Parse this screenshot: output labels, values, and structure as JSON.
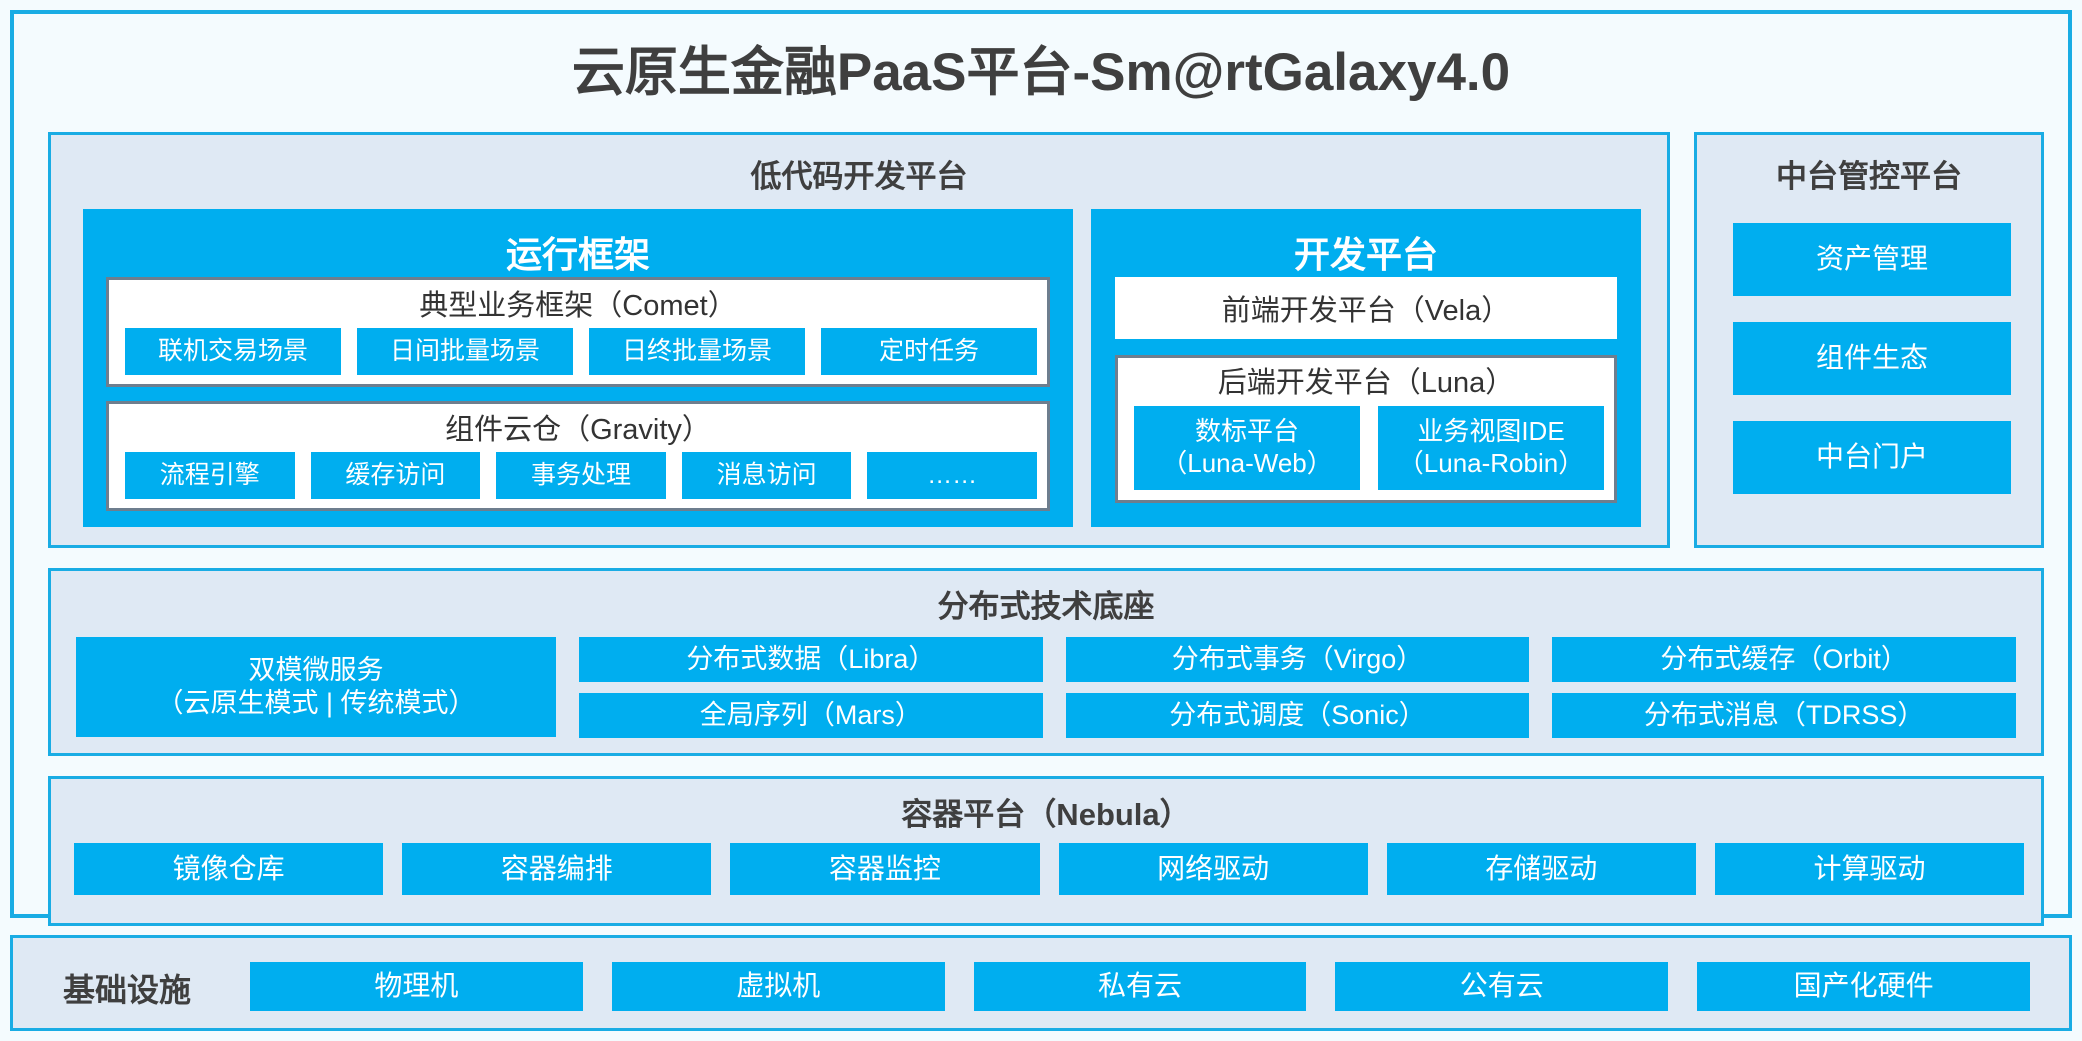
{
  "title": "云原生金融PaaS平台-Sm@rtGalaxy4.0",
  "colors": {
    "accent_blue": "#00aeef",
    "panel_bg": "#dfe9f4",
    "panel_border": "#19ace4",
    "card_border": "#6e7e8e",
    "page_bg": "#f4fbfe"
  },
  "lowcode": {
    "title": "低代码开发平台",
    "runtime": {
      "title": "运行框架",
      "comet": {
        "title": "典型业务框架（Comet）",
        "items": [
          "联机交易场景",
          "日间批量场景",
          "日终批量场景",
          "定时任务"
        ]
      },
      "gravity": {
        "title": "组件云仓（Gravity）",
        "items": [
          "流程引擎",
          "缓存访问",
          "事务处理",
          "消息访问",
          "……"
        ]
      }
    },
    "devplatform": {
      "title": "开发平台",
      "frontend": "前端开发平台（Vela）",
      "backend": {
        "title": "后端开发平台（Luna）",
        "items": [
          {
            "line1": "数标平台",
            "line2": "（Luna-Web）"
          },
          {
            "line1": "业务视图IDE",
            "line2": "（Luna-Robin）"
          }
        ]
      }
    }
  },
  "midoffice": {
    "title": "中台管控平台",
    "items": [
      "资产管理",
      "组件生态",
      "中台门户"
    ]
  },
  "distbase": {
    "title": "分布式技术底座",
    "wide": {
      "line1": "双模微服务",
      "line2": "（云原生模式 | 传统模式）"
    },
    "columns": [
      [
        "分布式数据（Libra）",
        "全局序列（Mars）"
      ],
      [
        "分布式事务（Virgo）",
        "分布式调度（Sonic）"
      ],
      [
        "分布式缓存（Orbit）",
        "分布式消息（TDRSS）"
      ]
    ]
  },
  "container": {
    "title": "容器平台（Nebula）",
    "items": [
      "镜像仓库",
      "容器编排",
      "容器监控",
      "网络驱动",
      "存储驱动",
      "计算驱动"
    ]
  },
  "infra": {
    "label": "基础设施",
    "items": [
      "物理机",
      "虚拟机",
      "私有云",
      "公有云",
      "国产化硬件"
    ]
  }
}
